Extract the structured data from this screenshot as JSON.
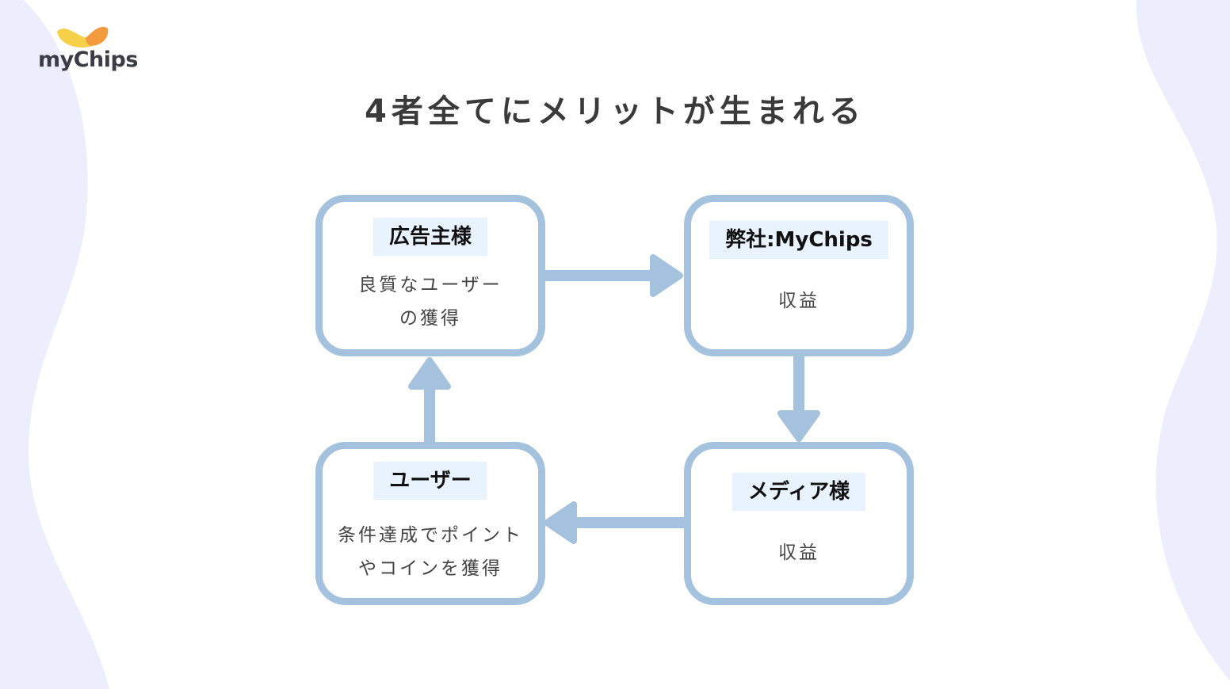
{
  "logo": {
    "text": "myChips"
  },
  "title": "4者全てにメリットが生まれる",
  "nodes": {
    "advertiser": {
      "label": "広告主様",
      "desc": "良質なユーザー\nの獲得"
    },
    "company": {
      "label": "弊社:MyChips",
      "desc": "収益"
    },
    "media": {
      "label": "メディア様",
      "desc": "収益"
    },
    "user": {
      "label": "ユーザー",
      "desc": "条件達成でポイント\nやコインを獲得"
    }
  },
  "colors": {
    "node_border": "#a4c2de",
    "label_bg": "#e8f3fd",
    "wave": "#eceefd",
    "logo_yellow": "#f7d04a",
    "logo_orange": "#f29a3c"
  }
}
